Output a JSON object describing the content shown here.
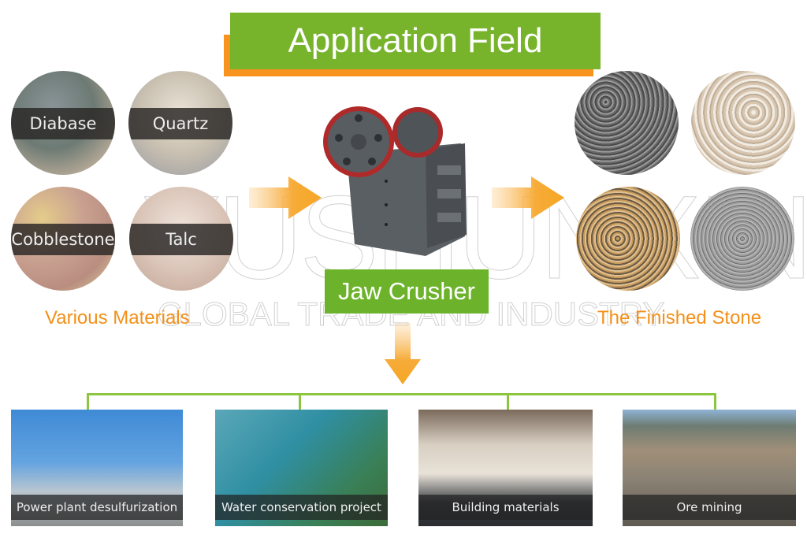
{
  "title": "Application Field",
  "colors": {
    "green": "#77b42c",
    "orange": "#f7931e",
    "label_orange": "#f39019",
    "connector_green": "#8cc63f"
  },
  "materials": {
    "heading": "Various Materials",
    "items": [
      {
        "label": "Diabase"
      },
      {
        "label": "Quartz"
      },
      {
        "label": "Cobblestone"
      },
      {
        "label": "Talc"
      }
    ]
  },
  "machine": {
    "label": "Jaw Crusher"
  },
  "finished": {
    "heading": "The Finished Stone",
    "items": [
      {
        "name": "dark-gray-gravel"
      },
      {
        "name": "white-quartz-gravel"
      },
      {
        "name": "mixed-pebble-gravel"
      },
      {
        "name": "fine-gray-gravel"
      }
    ]
  },
  "applications": [
    {
      "label": "Power plant desulfurization"
    },
    {
      "label": "Water conservation project"
    },
    {
      "label": "Building materials"
    },
    {
      "label": "Ore mining"
    }
  ],
  "watermark": {
    "brand": "YUSHUNXIN",
    "tagline": "GLOBAL TRADE AND INDUSTRY"
  }
}
